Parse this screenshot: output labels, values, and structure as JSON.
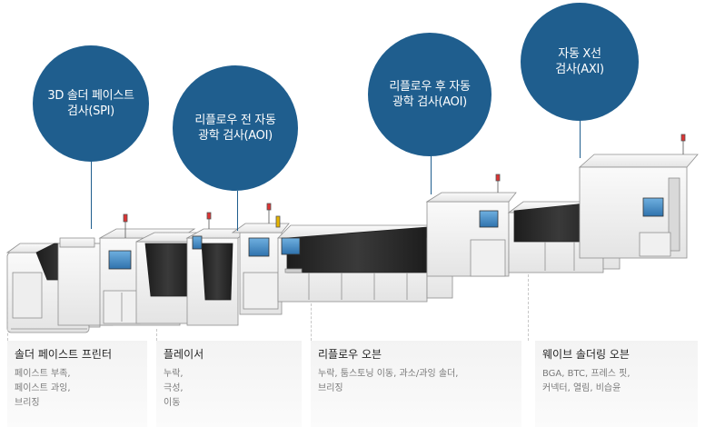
{
  "bubbles": {
    "spi": {
      "line1": "3D 솔더 페이스트",
      "line2": "검사(SPI)"
    },
    "aoi_pre": {
      "line1": "리플로우 전 자동",
      "line2": "광학 검사(AOI)"
    },
    "aoi_post": {
      "line1": "리플로우 후 자동",
      "line2": "광학 검사(AOI)"
    },
    "axi": {
      "line1": "자동 X선",
      "line2": "검사(AXI)"
    }
  },
  "stages": [
    {
      "title": "솔더 페이스트 프린터",
      "lines": [
        "페이스트 부족,",
        "페이스트 과잉,",
        "브리징"
      ]
    },
    {
      "title": "플레이서",
      "lines": [
        "누락,",
        "극성,",
        "이동"
      ]
    },
    {
      "title": "리플로우 오븐",
      "lines": [
        "누락, 툼스토닝 이동, 과소/과잉 솔더,",
        "브리징"
      ]
    },
    {
      "title": "웨이브 솔더링 오븐",
      "lines": [
        "BGA, BTC, 프레스 핏,",
        "커넥터, 열림, 비습윤"
      ]
    }
  ],
  "colors": {
    "bubble": "#1f5e8e",
    "machine_body": "#f4f4f4",
    "machine_outline": "#9a9a9a",
    "machine_dark": "#2b2b2b",
    "screen": "#4a90c8",
    "panel_bg": "#f3f3f3"
  }
}
